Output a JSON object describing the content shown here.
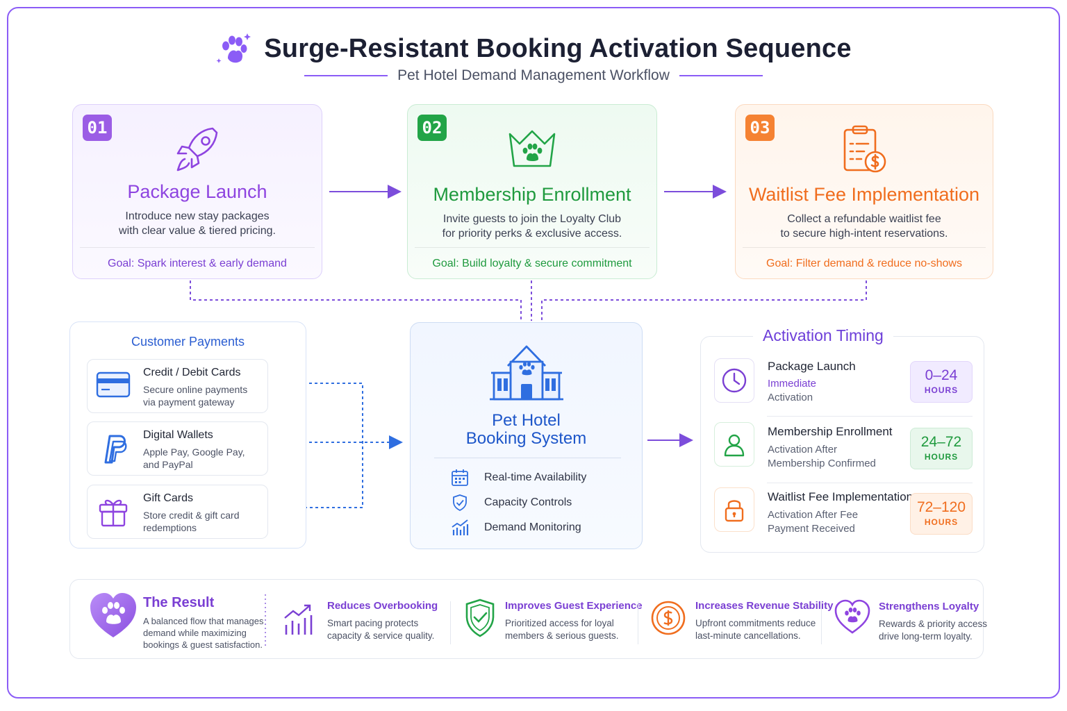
{
  "header": {
    "title": "Surge-Resistant Booking Activation Sequence",
    "subtitle": "Pet Hotel Demand Management Workflow"
  },
  "steps": [
    {
      "number": "01",
      "title": "Package Launch",
      "desc_line1": "Introduce new stay packages",
      "desc_line2": "with clear value & tiered pricing.",
      "goal": "Goal: Spark interest & early demand",
      "color": "#9b5de5",
      "icon": "rocket-icon"
    },
    {
      "number": "02",
      "title": "Membership Enrollment",
      "desc_line1": "Invite guests to join the Loyalty Club",
      "desc_line2": "for priority perks & exclusive access.",
      "goal": "Goal: Build loyalty & secure commitment",
      "color": "#22a447",
      "icon": "crown-paw-icon"
    },
    {
      "number": "03",
      "title": "Waitlist Fee Implementation",
      "desc_line1": "Collect a refundable waitlist fee",
      "desc_line2": "to secure high-intent reservations.",
      "goal": "Goal: Filter demand & reduce no-shows",
      "color": "#f58232",
      "icon": "clipboard-dollar-icon"
    }
  ],
  "payments": {
    "title": "Customer Payments",
    "items": [
      {
        "title": "Credit / Debit Cards",
        "desc_line1": "Secure online payments",
        "desc_line2": "via payment gateway",
        "icon": "credit-card-icon"
      },
      {
        "title": "Digital Wallets",
        "desc_line1": "Apple Pay, Google Pay,",
        "desc_line2": "and PayPal",
        "icon": "paypal-icon"
      },
      {
        "title": "Gift Cards",
        "desc_line1": "Store credit & gift card",
        "desc_line2": "redemptions",
        "icon": "gift-icon"
      }
    ]
  },
  "system": {
    "title_line1": "Pet Hotel",
    "title_line2": "Booking System",
    "features": [
      {
        "label": "Real-time Availability",
        "icon": "calendar-icon"
      },
      {
        "label": "Capacity Controls",
        "icon": "shield-check-icon"
      },
      {
        "label": "Demand Monitoring",
        "icon": "bar-chart-icon"
      }
    ]
  },
  "timing": {
    "title": "Activation Timing",
    "rows": [
      {
        "name": "Package Launch",
        "sub_line1": "Immediate",
        "sub_line2": "Activation",
        "value": "0–24",
        "unit": "HOURS",
        "color": "#7a3fd3",
        "bg": "#f1ebff",
        "icon": "clock-icon"
      },
      {
        "name": "Membership Enrollment",
        "sub_line1": "Activation After",
        "sub_line2": "Membership Confirmed",
        "value": "24–72",
        "unit": "HOURS",
        "color": "#1f9a3e",
        "bg": "#e8f7ec",
        "icon": "user-icon"
      },
      {
        "name": "Waitlist Fee Implementation",
        "sub_line1": "Activation After Fee",
        "sub_line2": "Payment Received",
        "value": "72–120",
        "unit": "HOURS",
        "color": "#f06d1e",
        "bg": "#fff1e6",
        "icon": "lock-icon"
      }
    ]
  },
  "result": {
    "title": "The Result",
    "desc_line1": "A balanced flow that manages",
    "desc_line2": "demand while maximizing",
    "desc_line3": "bookings & guest satisfaction.",
    "benefits": [
      {
        "title": "Reduces Overbooking",
        "desc_line1": "Smart pacing protects",
        "desc_line2": "capacity & service quality.",
        "color": "#7a3fd3",
        "icon": "growth-chart-icon"
      },
      {
        "title": "Improves Guest Experience",
        "desc_line1": "Prioritized access for loyal",
        "desc_line2": "members & serious guests.",
        "color": "#7a3fd3",
        "icon": "shield-check-icon"
      },
      {
        "title": "Increases Revenue Stability",
        "desc_line1": "Upfront commitments reduce",
        "desc_line2": "last-minute cancellations.",
        "color": "#7a3fd3",
        "icon": "dollar-coin-icon"
      },
      {
        "title": "Strengthens Loyalty",
        "desc_line1": "Rewards & priority access",
        "desc_line2": "drive long-term loyalty.",
        "color": "#7a3fd3",
        "icon": "heart-paw-icon"
      }
    ]
  }
}
